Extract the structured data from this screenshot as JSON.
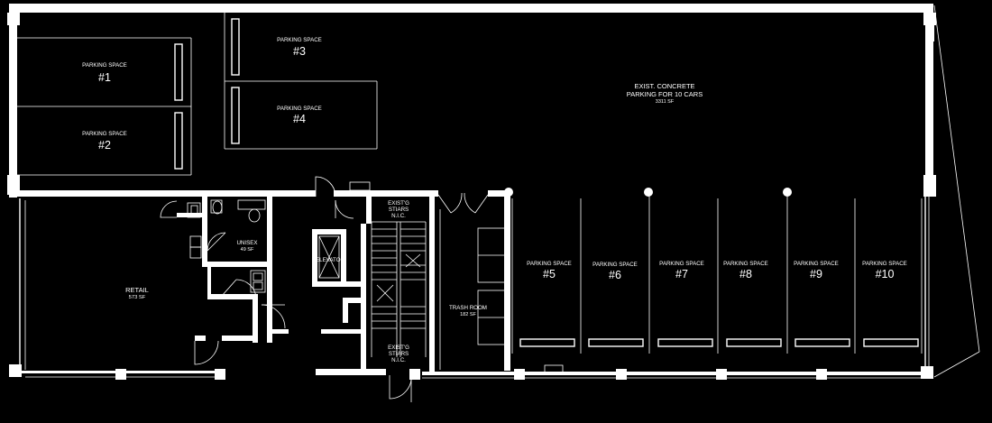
{
  "spaces": {
    "parking_1": {
      "label": "PARKING SPACE",
      "number": "#1"
    },
    "parking_2": {
      "label": "PARKING SPACE",
      "number": "#2"
    },
    "parking_3": {
      "label": "PARKING SPACE",
      "number": "#3"
    },
    "parking_4": {
      "label": "PARKING SPACE",
      "number": "#4"
    },
    "parking_5": {
      "label": "PARKING SPACE",
      "number": "#5"
    },
    "parking_6": {
      "label": "PARKING SPACE",
      "number": "#6"
    },
    "parking_7": {
      "label": "PARKING SPACE",
      "number": "#7"
    },
    "parking_8": {
      "label": "PARKING SPACE",
      "number": "#8"
    },
    "parking_9": {
      "label": "PARKING SPACE",
      "number": "#9"
    },
    "parking_10": {
      "label": "PARKING SPACE",
      "number": "#10"
    }
  },
  "rooms": {
    "concrete": {
      "line1": "EXIST. CONCRETE",
      "line2": "PARKING FOR 10 CARS",
      "area": "3311 SF"
    },
    "retail": {
      "name": "RETAIL",
      "area": "573 SF"
    },
    "unisex": {
      "name": "UNISEX",
      "area": "49 SF"
    },
    "elevator": {
      "name": "ELEVATOR"
    },
    "stairs_upper": {
      "line1": "EXIST'G",
      "line2": "STIARS",
      "line3": "N.I.C."
    },
    "stairs_lower": {
      "line1": "EXIST'G",
      "line2": "STIARS",
      "line3": "N.I.C."
    },
    "trash": {
      "name": "TRASH ROOM",
      "area": "182 SF"
    }
  }
}
